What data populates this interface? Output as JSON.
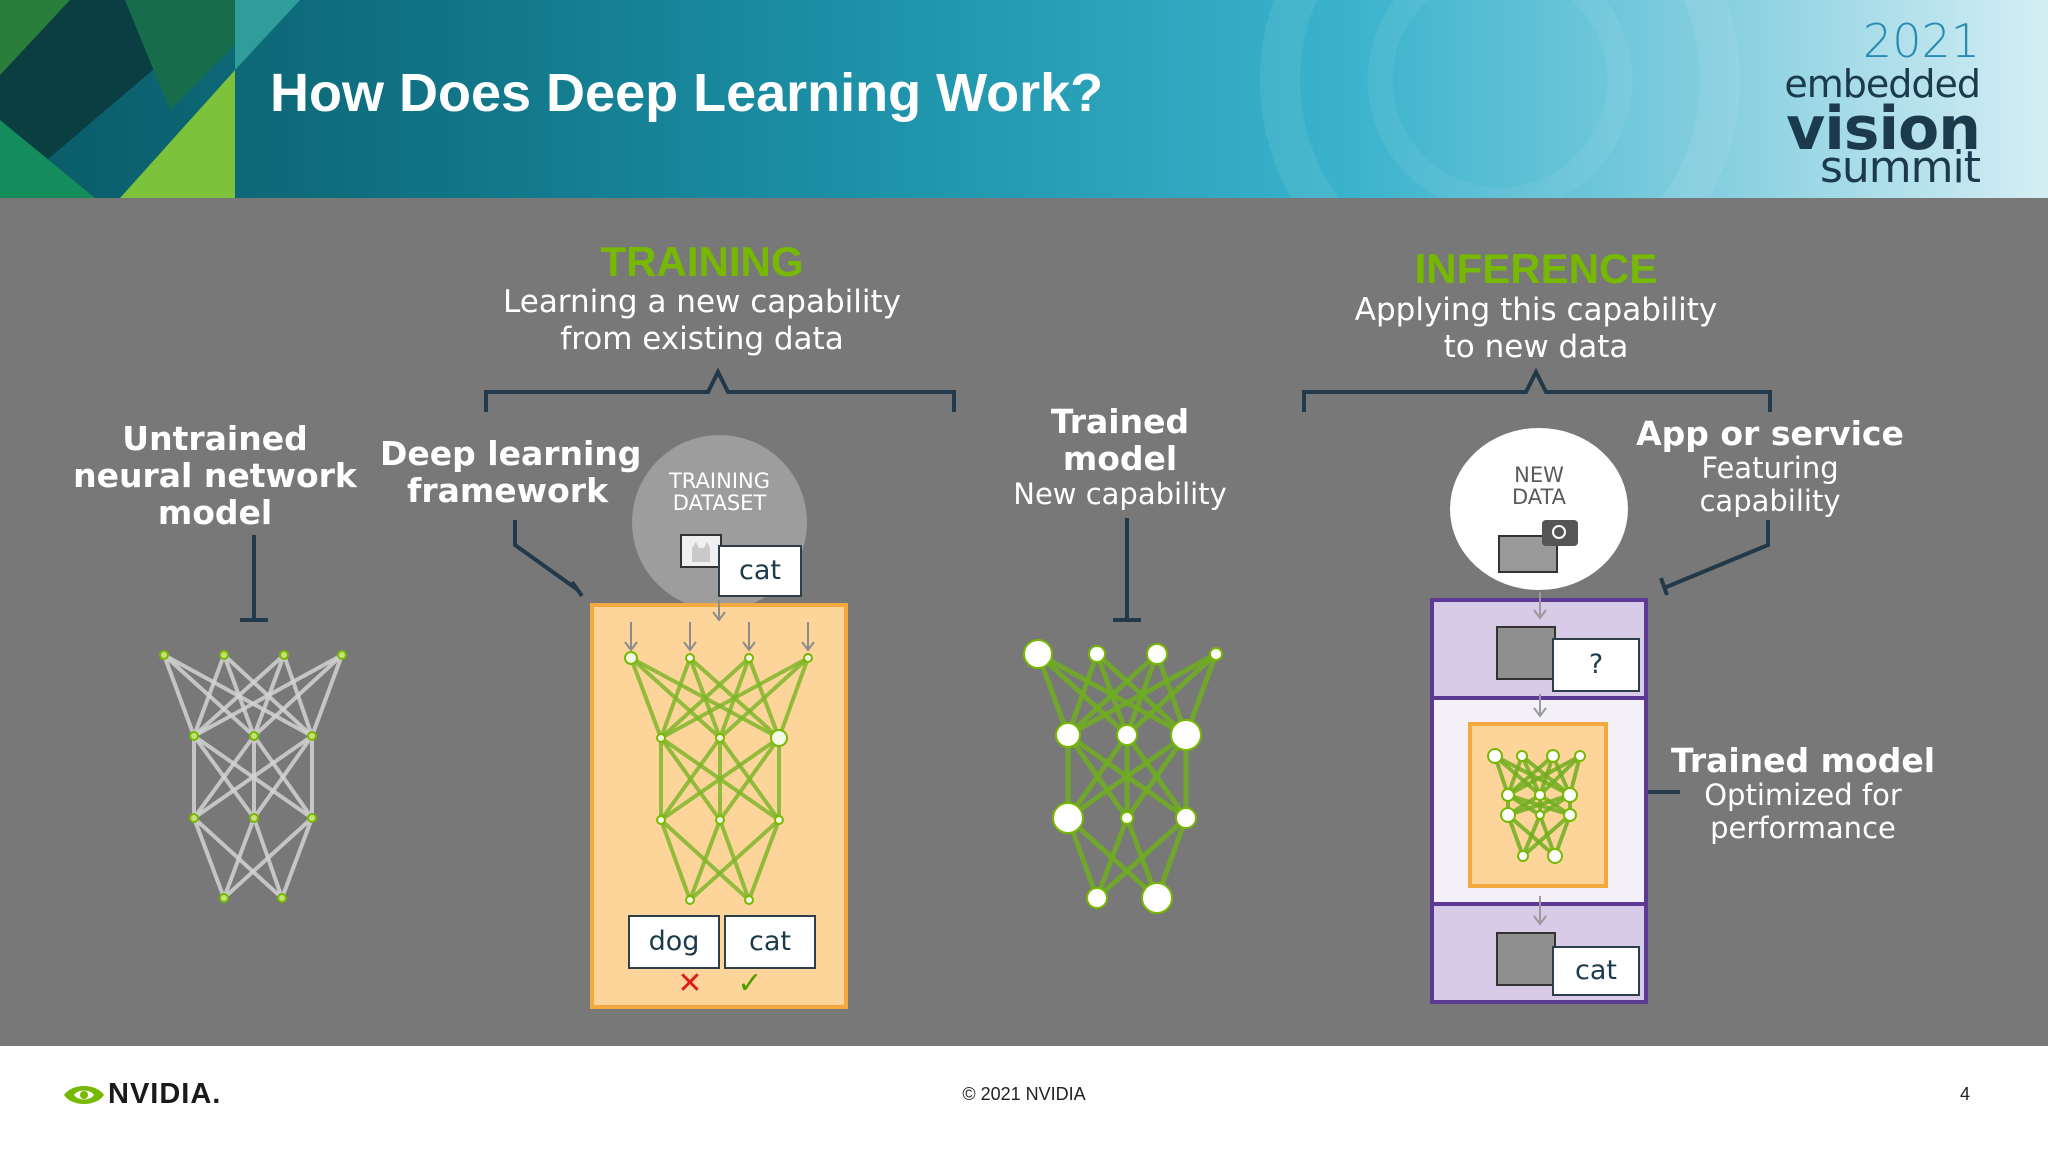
{
  "header": {
    "title": "How Does Deep Learning Work?"
  },
  "logo": {
    "year": "2021",
    "line1": "embedded",
    "line2": "vision",
    "line3": "summit"
  },
  "training": {
    "heading": "TRAINING",
    "line1": "Learning a new capability",
    "line2": "from existing data"
  },
  "inference": {
    "heading": "INFERENCE",
    "line1": "Applying this capability",
    "line2": "to new data"
  },
  "untrained": {
    "line1": "Untrained",
    "line2": "neural network",
    "line3": "model"
  },
  "framework": {
    "line1": "Deep learning",
    "line2": "framework"
  },
  "dataset": {
    "line1": "TRAINING",
    "line2": "DATASET",
    "label": "cat"
  },
  "outputs": {
    "left": "dog",
    "right": "cat",
    "wrong_mark": "✕",
    "right_mark": "✓"
  },
  "trained": {
    "line1": "Trained",
    "line2": "model",
    "line3": "New capability"
  },
  "app": {
    "line1": "App or service",
    "line2": "Featuring",
    "line3": "capability"
  },
  "new_data": {
    "line1": "NEW",
    "line2": "DATA"
  },
  "inference_stack": {
    "query": "?",
    "result": "cat"
  },
  "optimized": {
    "line1": "Trained model",
    "line2": "Optimized for",
    "line3": "performance"
  },
  "footer": {
    "brand": "NVIDIA.",
    "copyright": "© 2021 NVIDIA",
    "page": "4"
  },
  "colors": {
    "nvidia_green": "#76b900",
    "accent_orange": "#f3a840",
    "purple": "#5c3a94",
    "bracket": "#22394a"
  }
}
